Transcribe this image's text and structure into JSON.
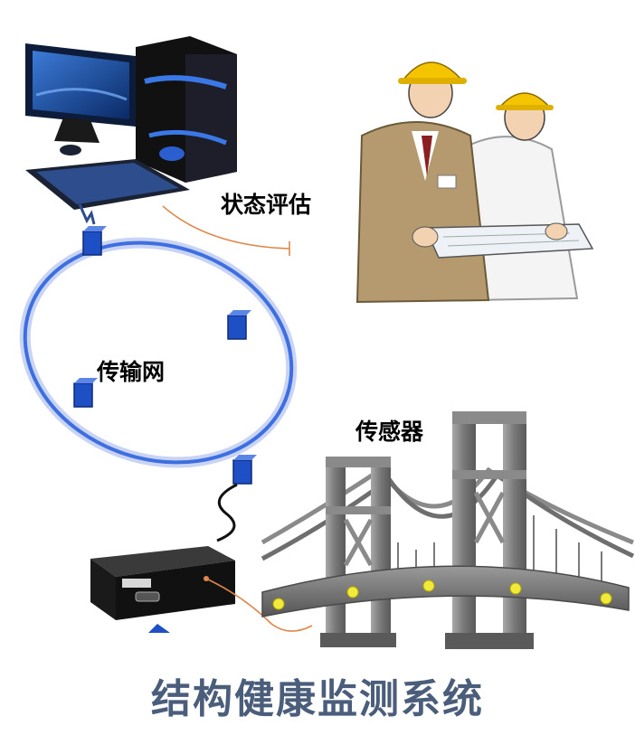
{
  "labels": {
    "assessment": "状态评估",
    "network": "传输网",
    "sensor": "传感器"
  },
  "title": "结构健康监测系统",
  "colors": {
    "title": "#4a5d7a",
    "ring": "#3e6fe0",
    "node": "#1f4fc4",
    "sensor_point": "#f2ea3a",
    "cable_orange": "#e0874a",
    "bridge": "#6e6e6e"
  }
}
